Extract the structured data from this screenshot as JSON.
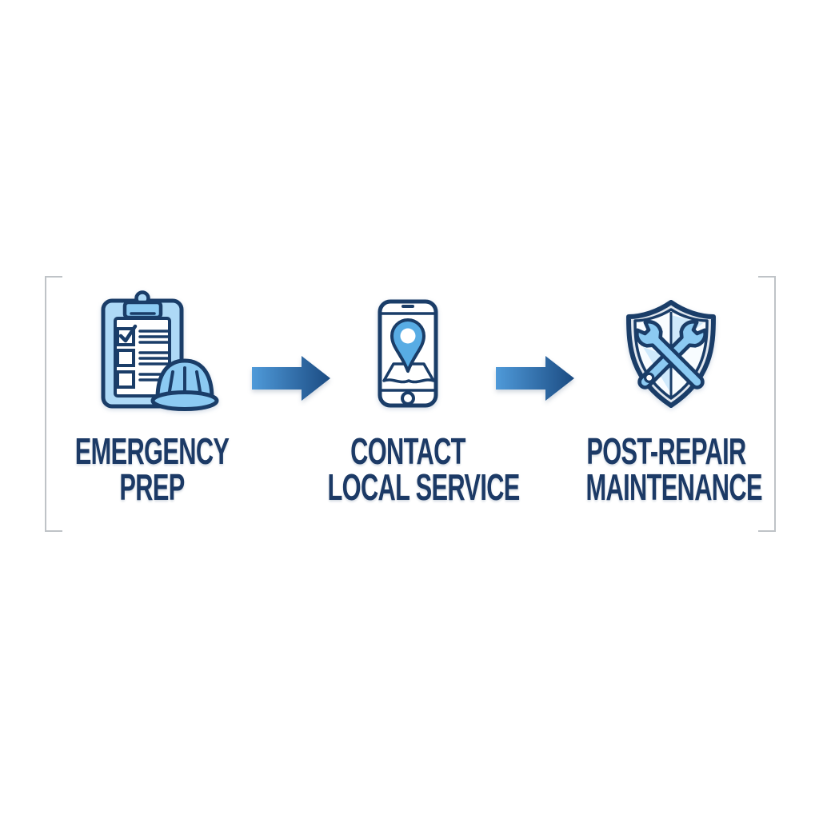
{
  "colors": {
    "navy": "#1a3d68",
    "text-navy": "#1c3a66",
    "blue-frame": "#aed9f6",
    "blue-fill": "#8ccaf2",
    "blue-pale": "#cfe9fb",
    "pin-blue": "#58ace4",
    "inner-white": "#f8fcff",
    "arrow-from": "#4f9ad9",
    "arrow-to": "#1b4b82",
    "bracket-gray": "#bfc3c7",
    "background": "#ffffff"
  },
  "diagram": {
    "steps": [
      {
        "icon": "clipboard-checklist-hardhat-icon",
        "label_line1": "EMERGENCY",
        "label_line2": "PREP"
      },
      {
        "icon": "phone-map-pin-icon",
        "label_line1": "CONTACT",
        "label_line2": "LOCAL SERVICE"
      },
      {
        "icon": "shield-crossed-wrenches-icon",
        "label_line1": "POST-REPAIR",
        "label_line2": "MAINTENANCE"
      }
    ],
    "arrows": [
      {
        "direction": "right"
      },
      {
        "direction": "right"
      }
    ]
  }
}
